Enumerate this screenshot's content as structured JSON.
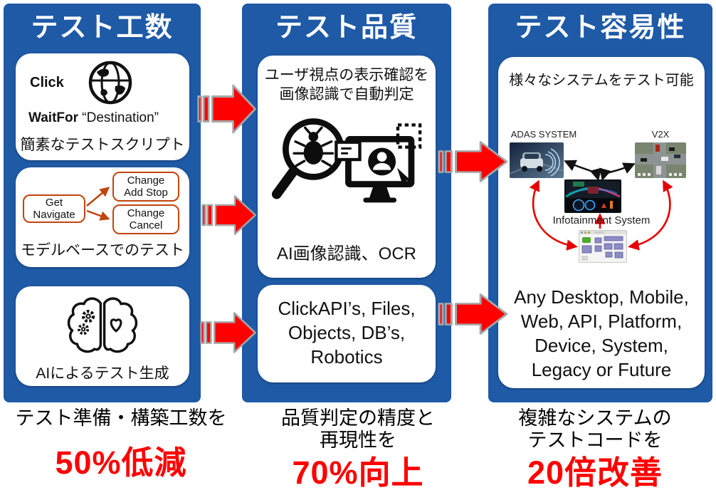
{
  "slide": {
    "columns": {
      "effort": {
        "title": "テスト工数",
        "script_card": {
          "cmd1": "Click",
          "cmd2": "WaitFor",
          "cmd2_arg": "“Destination”",
          "caption": "簡素なテストスクリプト"
        },
        "model_card": {
          "node_start_line1": "Get",
          "node_start_line2": "Navigate",
          "node_a_line1": "Change",
          "node_a_line2": "Add Stop",
          "node_b_line1": "Change",
          "node_b_line2": "Cancel",
          "caption": "モデルベースでのテスト"
        },
        "ai_card": {
          "caption": "AIによるテスト生成"
        },
        "footer": {
          "lines": [
            "テスト準備・構築工数を"
          ],
          "highlight": "50%低減"
        }
      },
      "quality": {
        "title": "テスト品質",
        "visual_card": {
          "line1": "ユーザ視点の表示確認を",
          "line2": "画像認識で自動判定",
          "caption": "AI画像認識、OCR"
        },
        "interface_card": {
          "line1": "ClickAPI’s, Files,",
          "line2": "Objects, DB’s,",
          "line3": "Robotics"
        },
        "footer": {
          "lines": [
            "品質判定の精度と",
            "再現性を"
          ],
          "highlight": "70%向上"
        }
      },
      "testability": {
        "title": "テスト容易性",
        "systems_card": {
          "heading": "様々なシステムをテスト可能",
          "adas_label": "ADAS SYSTEM",
          "v2x_label": "V2X",
          "infotainment_label": "Infotainment System",
          "body_line1": "Any Desktop, Mobile,",
          "body_line2": "Web, API, Platform,",
          "body_line3": "Device, System,",
          "body_line4": "Legacy or Future"
        },
        "footer": {
          "lines": [
            "複雑なシステムの",
            "テストコードを"
          ],
          "highlight": "20倍改善"
        }
      }
    },
    "colors": {
      "panel_blue": "#1e5aa6",
      "arrow_red": "#fe0000",
      "arrow_outline": "#a6a6a6",
      "highlight_red": "#ff0000",
      "flow_border_orange": "#c2440e"
    },
    "icons": {
      "globe": "globe-icon",
      "brain": "ai-brain-icon",
      "bug_magnifier": "bug-magnifier-icon",
      "monitor": "monitor-recognition-icon",
      "block_arrow": "striped-right-arrow-icon"
    }
  }
}
